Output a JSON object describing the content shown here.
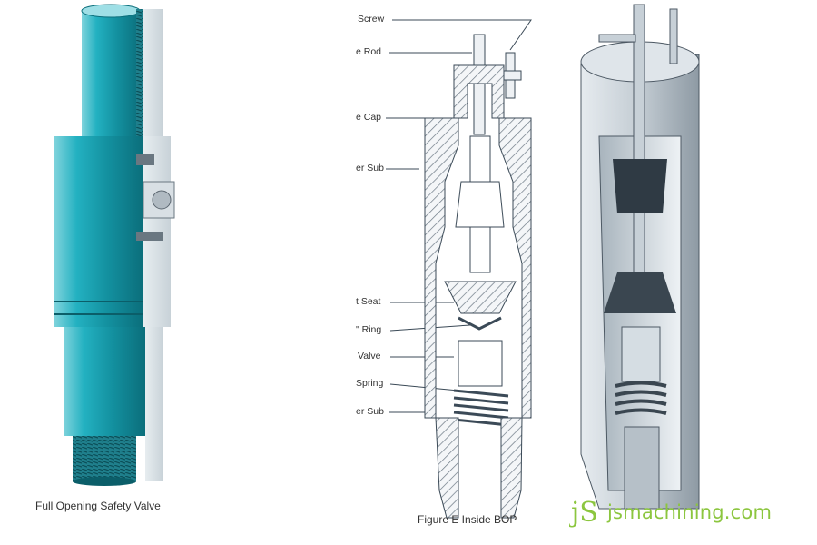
{
  "safety_valve": {
    "caption": "Full Opening Safety Valve"
  },
  "inside_bop": {
    "caption": "Figure E   Inside BOP",
    "labels": [
      {
        "id": "screw",
        "text": "Screw"
      },
      {
        "id": "release-rod",
        "text": "e Rod"
      },
      {
        "id": "cap",
        "text": "e Cap"
      },
      {
        "id": "upper-sub",
        "text": "er Sub"
      },
      {
        "id": "seat",
        "text": "t Seat"
      },
      {
        "id": "ring",
        "text": "\" Ring"
      },
      {
        "id": "valve",
        "text": "Valve"
      },
      {
        "id": "spring",
        "text": "Spring"
      },
      {
        "id": "lower-sub",
        "text": "er Sub"
      }
    ]
  },
  "watermark": {
    "mark": "jS",
    "site": "jsmachining.com",
    "color": "#8cc63f"
  },
  "colors": {
    "teal": "#1aa3b3",
    "teal_dark": "#0c6f7c",
    "steel": "#cfd6dc",
    "line": "#3b4a57"
  }
}
